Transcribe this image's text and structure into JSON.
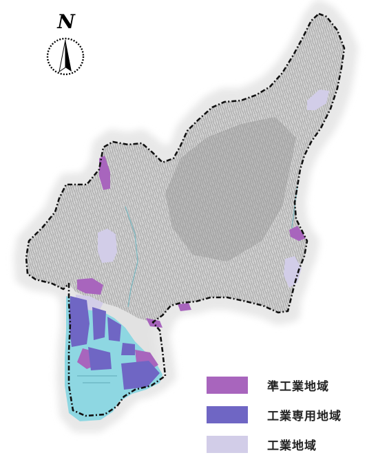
{
  "compass": {
    "letter": "N",
    "icon": "north-arrow-icon"
  },
  "colors": {
    "quasi_industrial": "#a865bd",
    "exclusive_industrial": "#6f66c4",
    "industrial": "#d2cde8",
    "harbor_water": "#8ed7e2",
    "boundary": "#111111"
  },
  "legend": {
    "items": [
      {
        "label": "準工業地域",
        "color": "#a865bd"
      },
      {
        "label": "工業専用地域",
        "color": "#6f66c4"
      },
      {
        "label": "工業地域",
        "color": "#d2cde8"
      }
    ]
  }
}
